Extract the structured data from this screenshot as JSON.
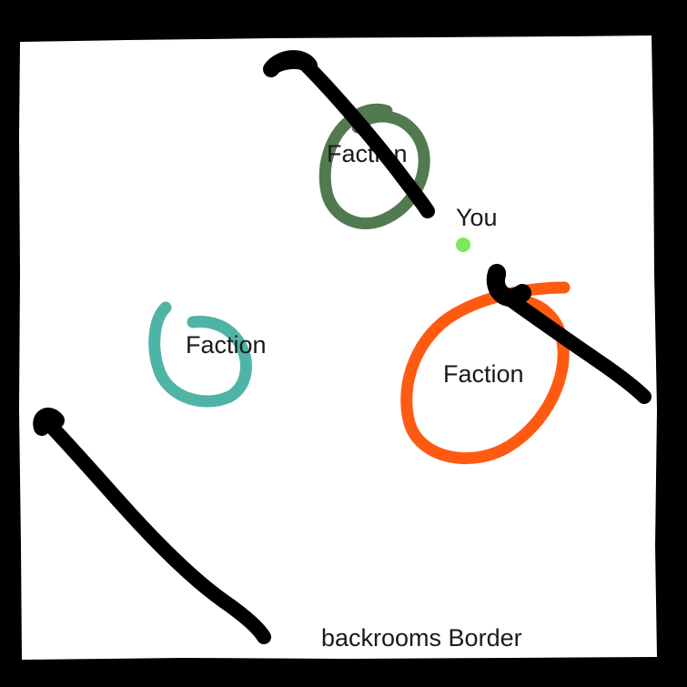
{
  "labels": {
    "faction_top": "Faction",
    "faction_left": "Faction",
    "faction_right": "Faction",
    "you": "You",
    "border": "backrooms Border"
  },
  "colors": {
    "frame": "#000000",
    "paper": "#ffffff",
    "faction_top": "#527a4f",
    "faction_left": "#4fb4a6",
    "faction_right": "#ff5a12",
    "you_marker": "#7ce85c",
    "wall": "#000000"
  }
}
